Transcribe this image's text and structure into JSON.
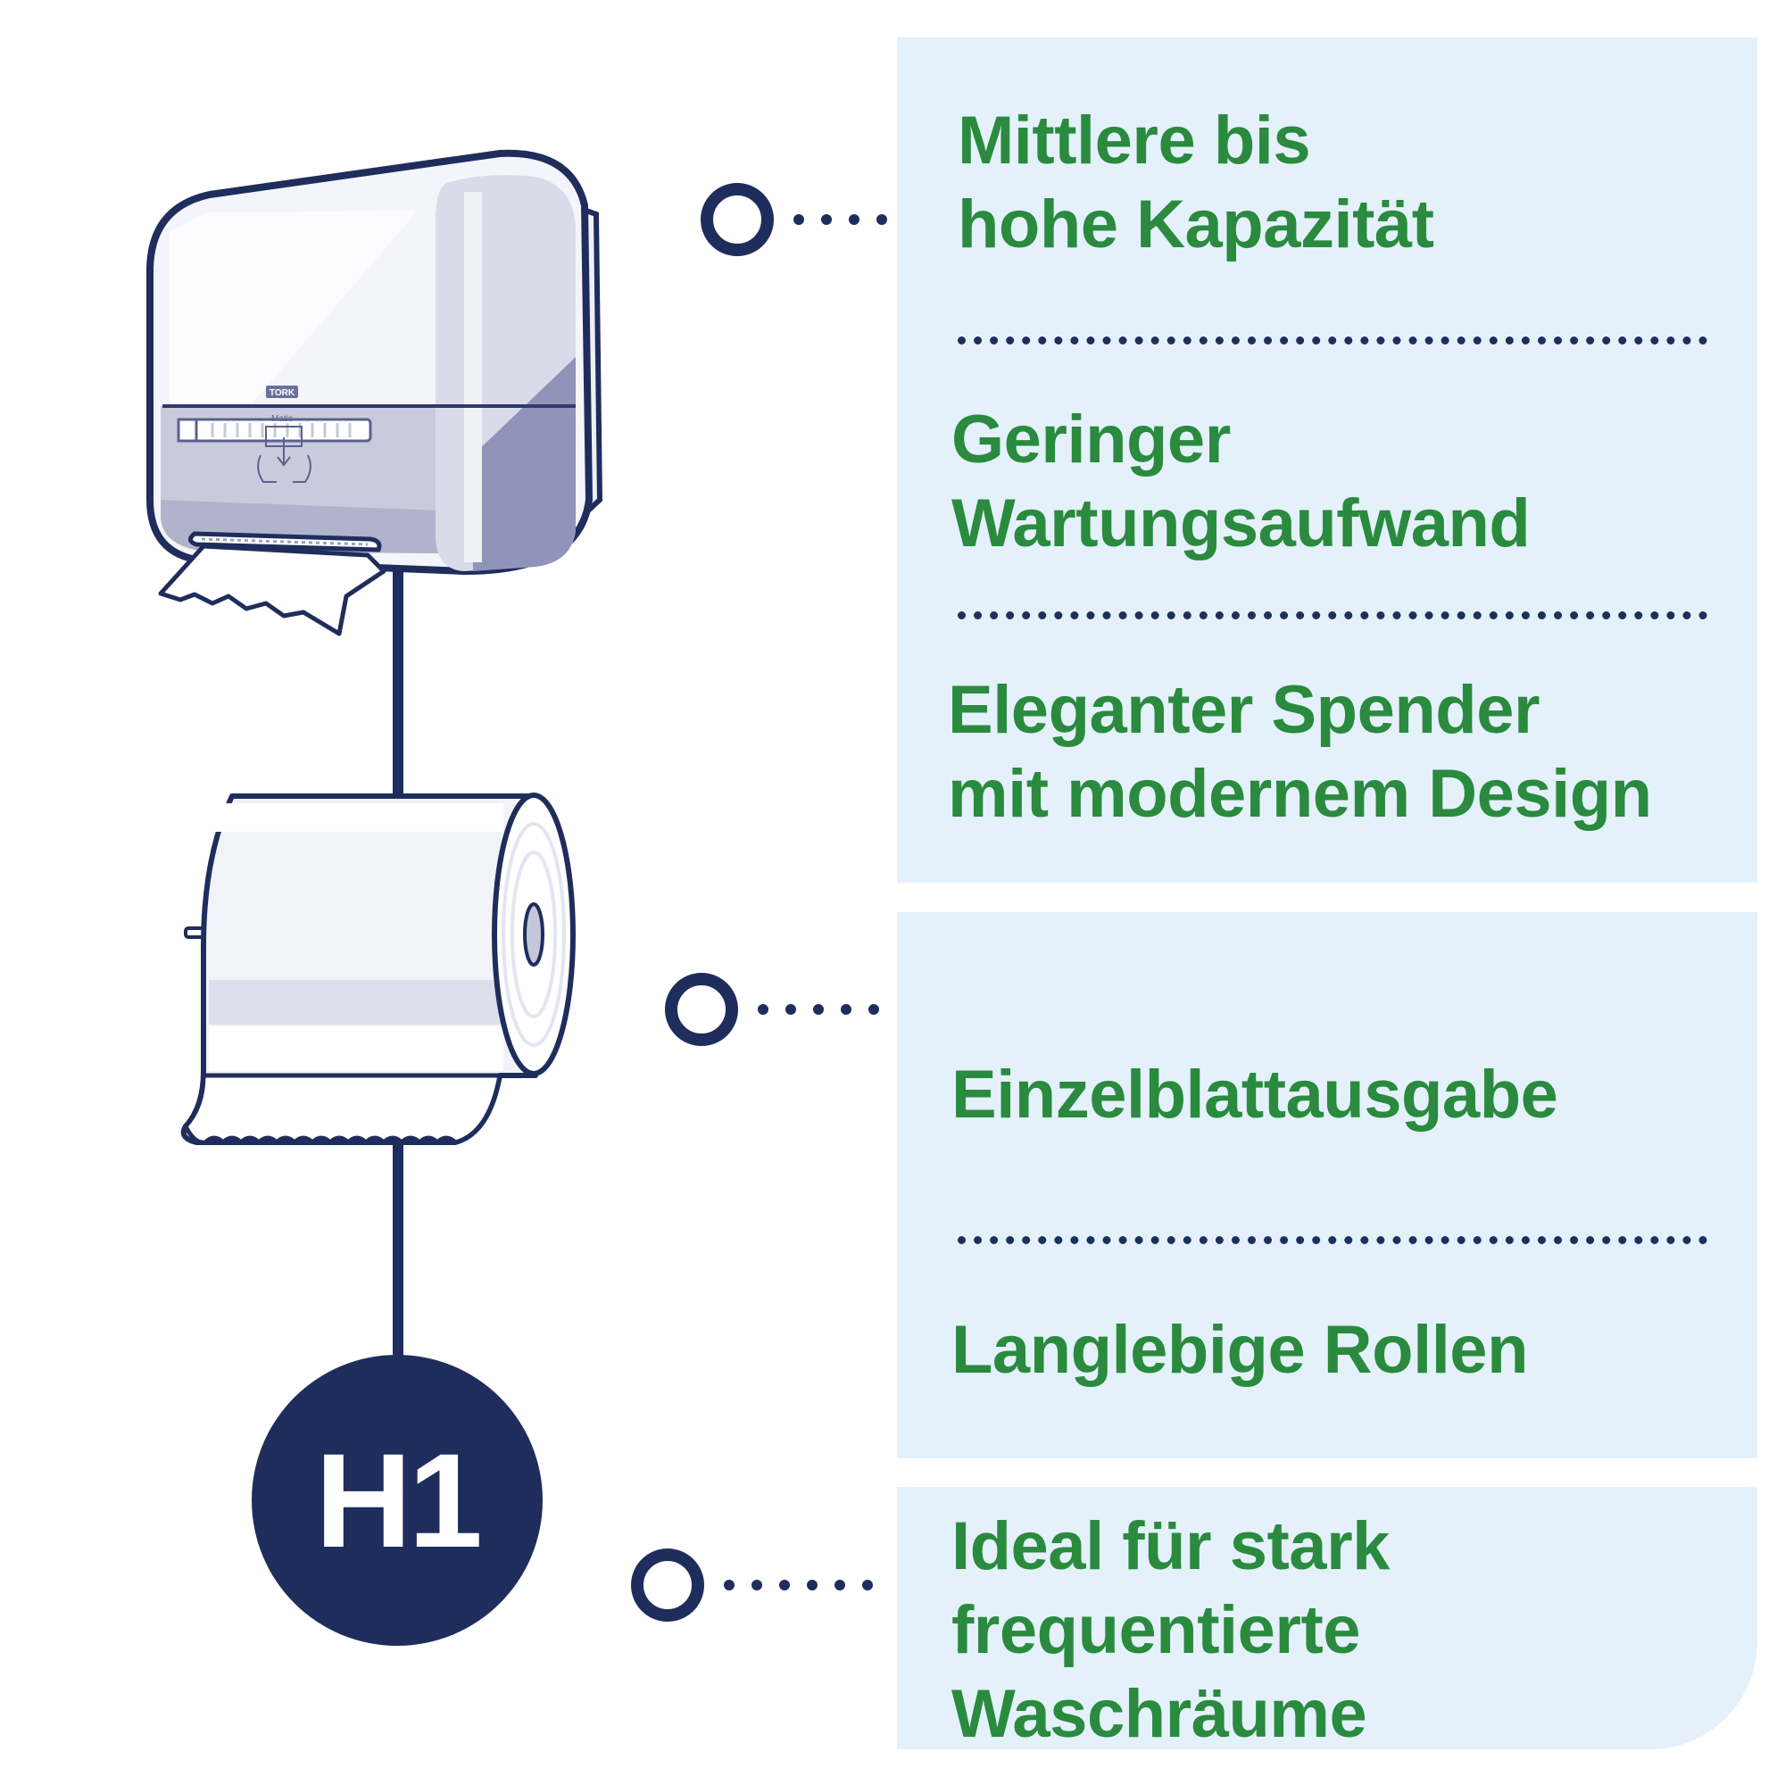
{
  "features": {
    "capacity": "Mittlere bis\nhohe Kapazität",
    "maintenance": "Geringer\nWartungsaufwand",
    "design": "Eleganter Spender\nmit modernem Design",
    "single_sheet": "Einzelblattausgabe",
    "rolls": "Langlebige Rollen",
    "washrooms": "Ideal für stark\nfrequentierte\nWaschräume"
  },
  "dispenser": {
    "brand": "TORK",
    "model": "Matic"
  },
  "badge": {
    "label": "H1"
  },
  "colors": {
    "navy": "#1f2d5c",
    "green": "#2a8a3e",
    "panel": "#e4f1fb"
  }
}
